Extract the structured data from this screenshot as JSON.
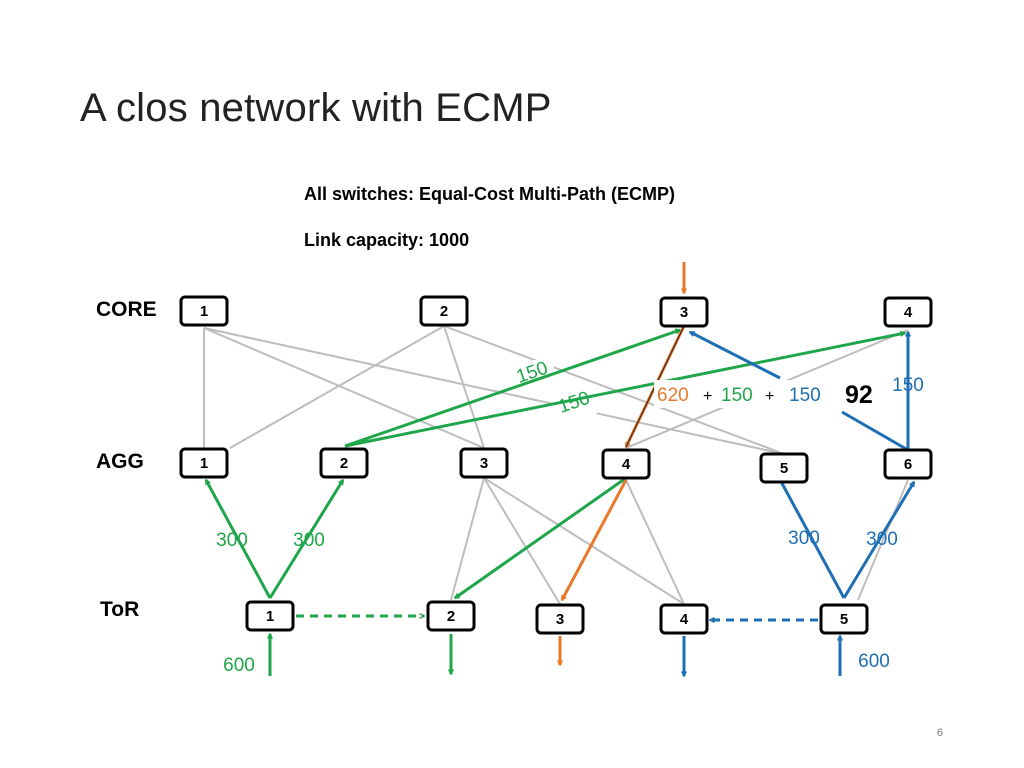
{
  "slide": {
    "title": "A clos network with ECMP",
    "page_number": "6"
  },
  "subtitle": {
    "line1": "All switches: Equal-Cost Multi-Path (ECMP)",
    "line2": "Link capacity: 1000"
  },
  "layers": {
    "core": "CORE",
    "agg": "AGG",
    "tor": "ToR"
  },
  "switches": {
    "core": [
      "1",
      "2",
      "3",
      "4"
    ],
    "agg": [
      "1",
      "2",
      "3",
      "4",
      "5",
      "6"
    ],
    "tor": [
      "1",
      "2",
      "3",
      "4",
      "5"
    ]
  },
  "labels": {
    "agg2_core3": "150",
    "agg2_core4": "150",
    "tor1_agg1": "300",
    "tor1_agg2": "300",
    "tor5_agg5": "300",
    "tor5_agg6": "300",
    "tor1_in": "600",
    "tor5_in": "600",
    "agg6_core4": "150",
    "sum_orange": "620",
    "plus1": "+",
    "sum_green": "150",
    "plus2": "+",
    "sum_blue": "150",
    "sum_total": "92"
  },
  "colors": {
    "green": "#1fa64a",
    "blue": "#1f6fb5",
    "orange": "#e8782a",
    "gray": "#bdbdbd",
    "dark": "#222222"
  }
}
